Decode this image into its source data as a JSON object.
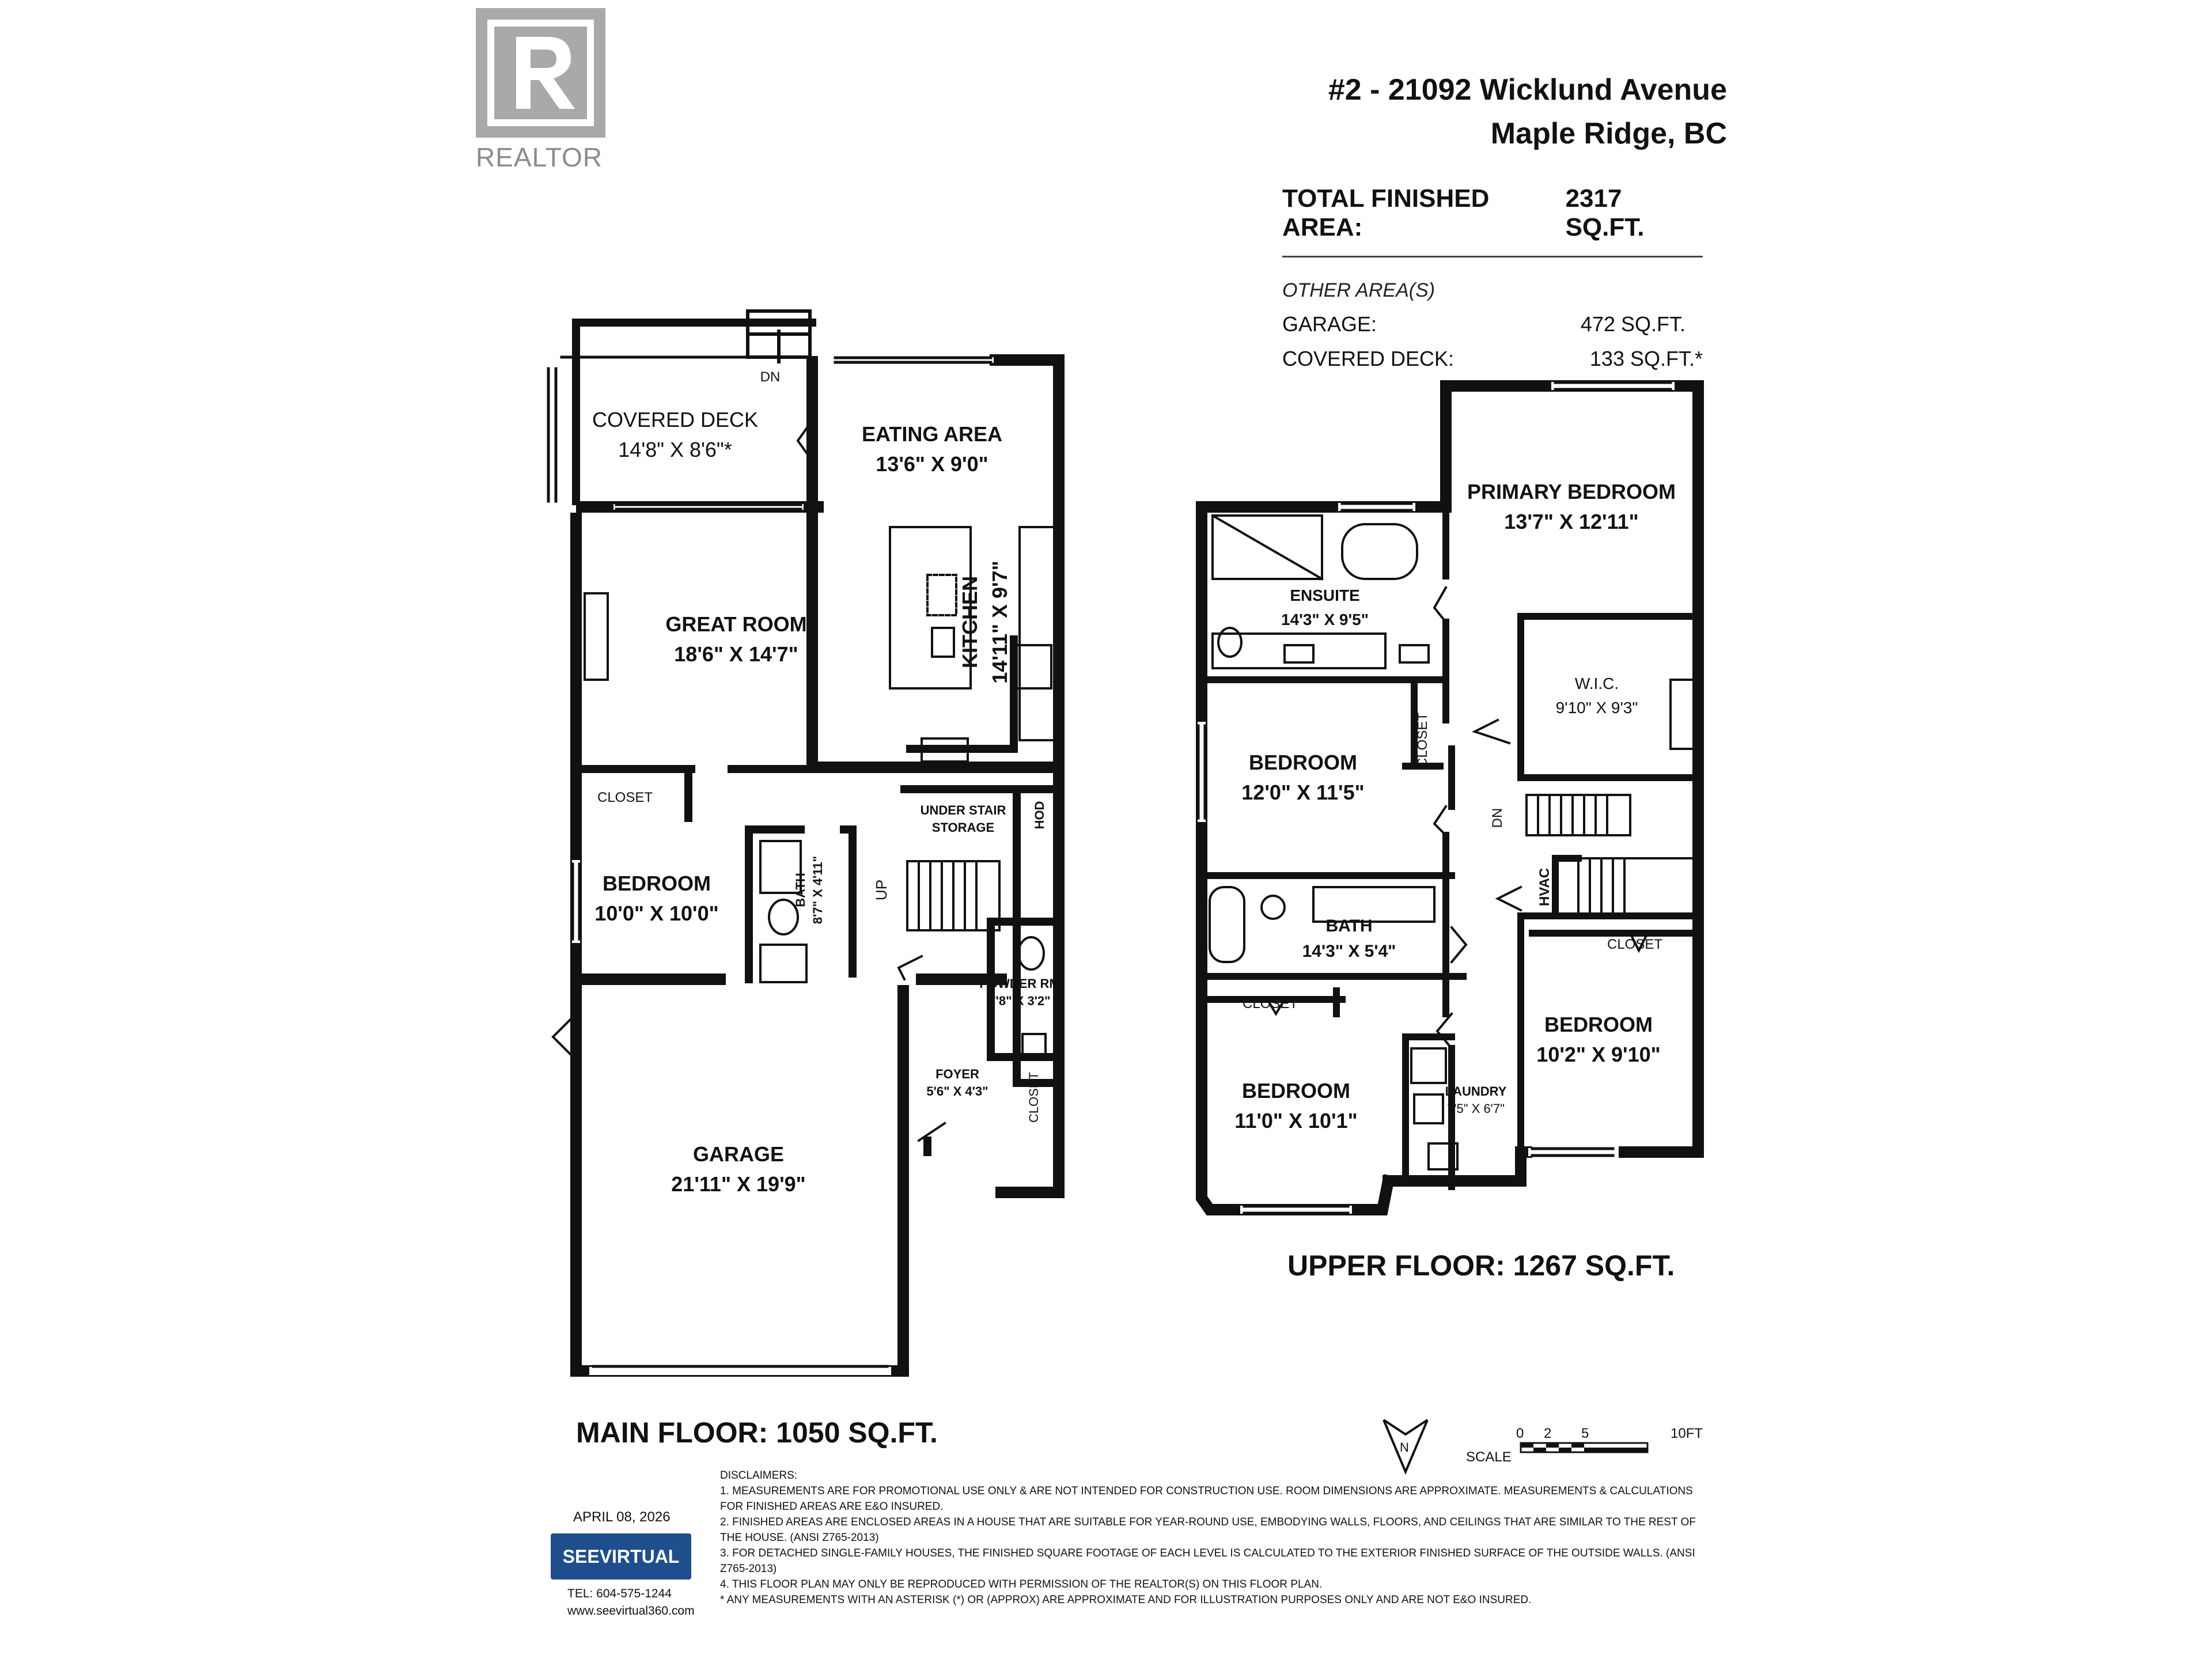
{
  "logo": {
    "wordmark": "REALTOR"
  },
  "header": {
    "address_line1": "#2 - 21092 Wicklund Avenue",
    "address_line2": "Maple Ridge, BC"
  },
  "areas": {
    "total_label": "TOTAL FINISHED AREA:",
    "total_value": "2317 SQ.FT.",
    "other_heading": "OTHER AREA(S)",
    "garage_label": "GARAGE:",
    "garage_value": "472 SQ.FT.",
    "deck_label": "COVERED DECK:",
    "deck_value": "133 SQ.FT.*"
  },
  "main_floor": {
    "caption": "MAIN FLOOR: 1050 SQ.FT.",
    "rooms": {
      "covered_deck": {
        "name": "COVERED DECK",
        "size": "14'8\" X 8'6\"*"
      },
      "eating_area": {
        "name": "EATING AREA",
        "size": "13'6\" X 9'0\""
      },
      "great_room": {
        "name": "GREAT ROOM",
        "size": "18'6\" X 14'7\""
      },
      "kitchen": {
        "name": "KITCHEN",
        "size": "14'11\" X 9'7\""
      },
      "closet": {
        "name": "CLOSET"
      },
      "bedroom": {
        "name": "BEDROOM",
        "size": "10'0\" X 10'0\""
      },
      "bath": {
        "name": "BATH",
        "size": "8'7\" X 4'11\""
      },
      "under_stair": {
        "name": "UNDER STAIR",
        "name2": "STORAGE"
      },
      "hod": {
        "name": "HOD"
      },
      "up": {
        "name": "UP"
      },
      "dn": {
        "name": "DN"
      },
      "powder": {
        "name": "POWDER RM",
        "size": "7'8\" X 3'2\""
      },
      "foyer": {
        "name": "FOYER",
        "size": "5'6\" X 4'3\""
      },
      "foyer_closet": {
        "name": "CLOSET"
      },
      "garage": {
        "name": "GARAGE",
        "size": "21'11\" X 19'9\""
      }
    }
  },
  "upper_floor": {
    "caption": "UPPER FLOOR: 1267 SQ.FT.",
    "rooms": {
      "primary": {
        "name": "PRIMARY BEDROOM",
        "size": "13'7\" X 12'11\""
      },
      "ensuite": {
        "name": "ENSUITE",
        "size": "14'3\" X 9'5\""
      },
      "wic": {
        "name": "W.I.C.",
        "size": "9'10\" X 9'3\""
      },
      "bedroom2": {
        "name": "BEDROOM",
        "size": "12'0\" X 11'5\""
      },
      "closet_b2": {
        "name": "CLOSET"
      },
      "dn": {
        "name": "DN"
      },
      "hvac": {
        "name": "HVAC"
      },
      "bath": {
        "name": "BATH",
        "size": "14'3\" X 5'4\""
      },
      "closet_b4": {
        "name": "CLOSET"
      },
      "bedroom4": {
        "name": "BEDROOM",
        "size": "10'2\" X 9'10\""
      },
      "closet_b3": {
        "name": "CLOSET"
      },
      "bedroom3": {
        "name": "BEDROOM",
        "size": "11'0\" X 10'1\""
      },
      "laundry": {
        "name": "LAUNDRY",
        "size": "7'5\" X 6'7\""
      }
    }
  },
  "compass": {
    "north": "N"
  },
  "scale": {
    "label": "SCALE",
    "ticks": [
      "0",
      "2",
      "5",
      "10FT"
    ]
  },
  "footer": {
    "date": "APRIL 08, 2026",
    "brand": "SEEVIRTUAL",
    "tel": "TEL: 604-575-1244",
    "web": "www.seevirtual360.com",
    "disclaimers_heading": "DISCLAIMERS:",
    "disclaimers": [
      "1. MEASUREMENTS ARE FOR PROMOTIONAL USE ONLY & ARE NOT INTENDED FOR CONSTRUCTION USE. ROOM DIMENSIONS ARE APPROXIMATE. MEASUREMENTS & CALCULATIONS FOR FINISHED AREAS ARE E&O INSURED.",
      "2. FINISHED AREAS ARE ENCLOSED AREAS IN A HOUSE THAT ARE SUITABLE FOR YEAR-ROUND USE, EMBODYING WALLS, FLOORS, AND CEILINGS THAT ARE SIMILAR TO THE REST OF THE HOUSE. (ANSI Z765-2013)",
      "3. FOR DETACHED SINGLE-FAMILY HOUSES, THE FINISHED SQUARE FOOTAGE OF EACH LEVEL IS CALCULATED TO THE EXTERIOR FINISHED SURFACE OF THE OUTSIDE WALLS. (ANSI Z765-2013)",
      "4. THIS FLOOR PLAN MAY ONLY BE REPRODUCED WITH PERMISSION OF THE REALTOR(S) ON THIS FLOOR PLAN.",
      "* ANY MEASUREMENTS WITH AN ASTERISK (*) OR (APPROX) ARE APPROXIMATE AND FOR ILLUSTRATION PURPOSES ONLY AND ARE NOT E&O INSURED."
    ]
  }
}
